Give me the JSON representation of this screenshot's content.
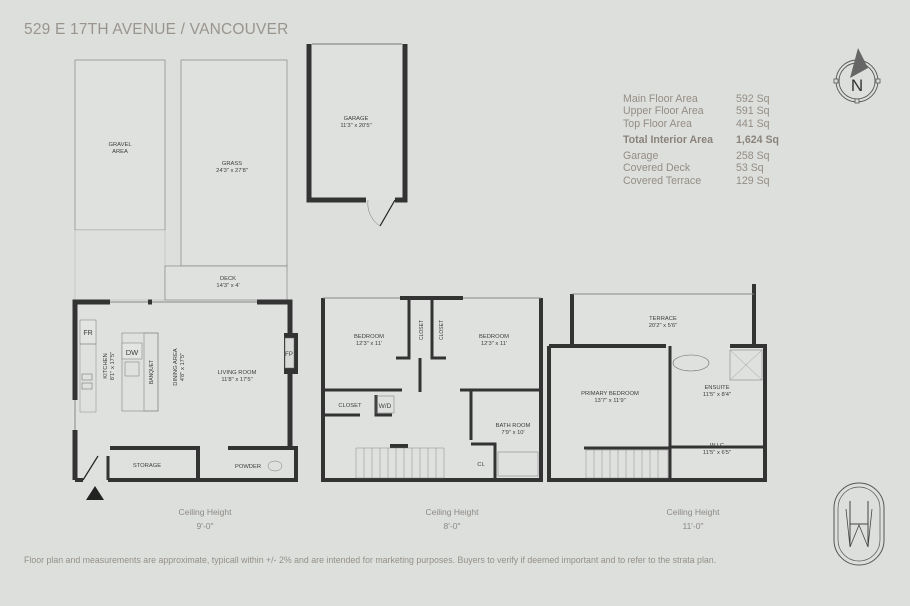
{
  "header": {
    "address": "529 E 17TH AVENUE / VANCOUVER"
  },
  "compass": {
    "icon": "north-arrow-icon",
    "letter": "N"
  },
  "areas": {
    "rows": [
      {
        "label": "Main Floor  Area",
        "value": "592 Sq"
      },
      {
        "label": "Upper Floor Area",
        "value": "591 Sq"
      },
      {
        "label": "Top Floor Area",
        "value": "441 Sq"
      }
    ],
    "total": {
      "label": "Total Interior Area",
      "value": "1,624 Sq"
    },
    "extras": [
      {
        "label": "Garage",
        "value": "258 Sq"
      },
      {
        "label": "Covered Deck",
        "value": "53 Sq"
      },
      {
        "label": "Covered Terrace",
        "value": "129 Sq"
      }
    ]
  },
  "outdoor": {
    "gravel": {
      "name": "GRAVEL",
      "name2": "AREA"
    },
    "grass": {
      "name": "GRASS",
      "dims": "24'3\" x 27'8\""
    },
    "garage": {
      "name": "GARAGE",
      "dims": "11'3\" x 20'5\""
    },
    "deck": {
      "name": "DECK",
      "dims": "14'3\" x 4'"
    }
  },
  "main_floor": {
    "fridge": "FR",
    "dishwasher": "DW",
    "kitchen": {
      "name": "KITCHEN",
      "dims": "8'1\" x 17'5\""
    },
    "banquet": "BANQUET",
    "dining": {
      "name": "DINING AREA",
      "dims": "4'8\" x 17'5\""
    },
    "living": {
      "name": "LIVING ROOM",
      "dims": "11'8\" x 17'5\""
    },
    "fireplace": "FP",
    "storage": "STORAGE",
    "powder": "POWDER",
    "ceiling": {
      "label": "Ceiling Height",
      "value": "9'-0\""
    }
  },
  "upper_floor": {
    "bedroom1": {
      "name": "BEDROOM",
      "dims": "12'3\" x 11'"
    },
    "bedroom2": {
      "name": "BEDROOM",
      "dims": "12'3\" x 11'"
    },
    "closet1": "CLOSET",
    "closet2": "CLOSET",
    "closet3": "CLOSET",
    "washer_dryer": "W/D",
    "bathroom": {
      "name": "BATH ROOM",
      "dims": "7'9\" x 10'"
    },
    "cl": "CL",
    "ceiling": {
      "label": "Ceiling Height",
      "value": "8'-0\""
    }
  },
  "top_floor": {
    "terrace": {
      "name": "TERRACE",
      "dims": "20'2\" x 5'6\""
    },
    "primary": {
      "name": "PRIMARY BEDROOM",
      "dims": "13'7\" x 11'9\""
    },
    "ensuite": {
      "name": "ENSUITE",
      "dims": "11'5\" x 8'4\""
    },
    "wic": {
      "name": "W.I.C",
      "dims": "11'5\" x 6'5\""
    },
    "ceiling": {
      "label": "Ceiling Height",
      "value": "11'-0\""
    }
  },
  "logo": {
    "icon": "hw-monogram-logo-icon"
  },
  "footer": {
    "disclaimer": "Floor plan and measurements are approximate, typicall within +/- 2% and are intended for marketing purposes. Buyers to verify if deemed important and to refer to the strata plan."
  }
}
